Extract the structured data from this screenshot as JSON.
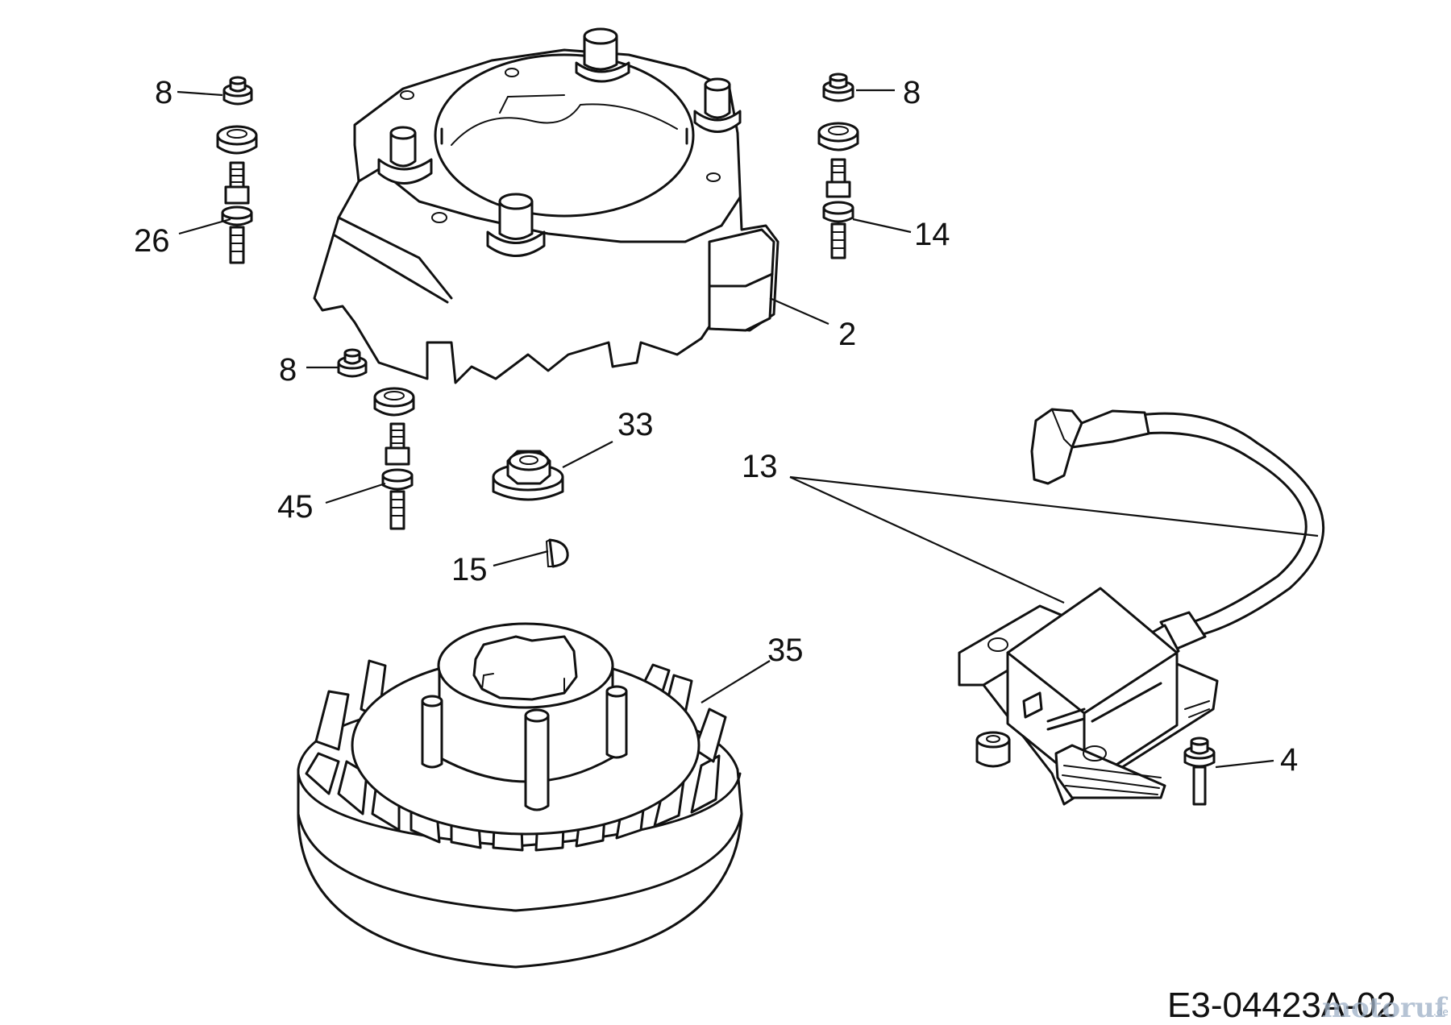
{
  "drawing": {
    "code": "E3-04423A-02",
    "watermark": "motoruf",
    "watermark_suffix": ".de"
  },
  "callouts": [
    {
      "id": "callout-8-top-left",
      "text": "8"
    },
    {
      "id": "callout-26",
      "text": "26"
    },
    {
      "id": "callout-8-top-right",
      "text": "8"
    },
    {
      "id": "callout-14",
      "text": "14"
    },
    {
      "id": "callout-2",
      "text": "2"
    },
    {
      "id": "callout-8-mid-left",
      "text": "8"
    },
    {
      "id": "callout-33",
      "text": "33"
    },
    {
      "id": "callout-45",
      "text": "45"
    },
    {
      "id": "callout-15",
      "text": "15"
    },
    {
      "id": "callout-13",
      "text": "13"
    },
    {
      "id": "callout-35",
      "text": "35"
    },
    {
      "id": "callout-4",
      "text": "4"
    }
  ]
}
